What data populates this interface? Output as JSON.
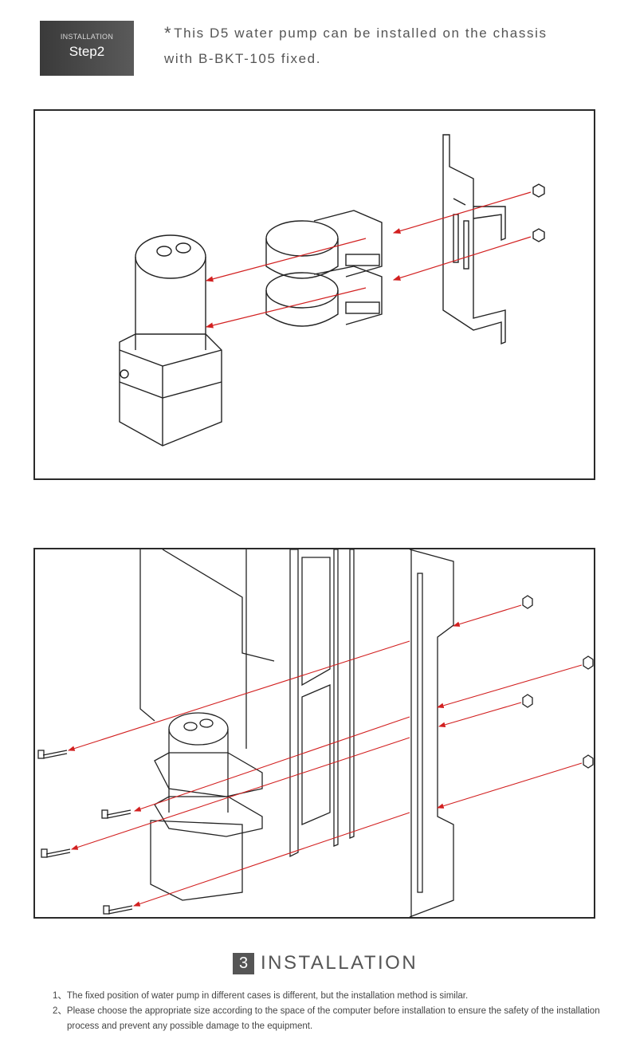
{
  "step_badge": {
    "label_small": "INSTALLATION",
    "label_big": "Step2"
  },
  "note": {
    "star": "*",
    "text_line1": "This D5 water pump can be installed on the chassis",
    "text_line2": "with B-BKT-105 fixed."
  },
  "section": {
    "number": "3",
    "title": "INSTALLATION"
  },
  "instructions": [
    "1、The fixed position of water pump in different cases is different, but the installation method is similar.",
    "2、Please choose the appropriate size according to the space of the computer before installation to ensure the safety of the installation process and prevent any possible damage to the equipment."
  ],
  "colors": {
    "arrow": "#d22020",
    "line": "#222222",
    "badge": "#4a4a4a"
  }
}
